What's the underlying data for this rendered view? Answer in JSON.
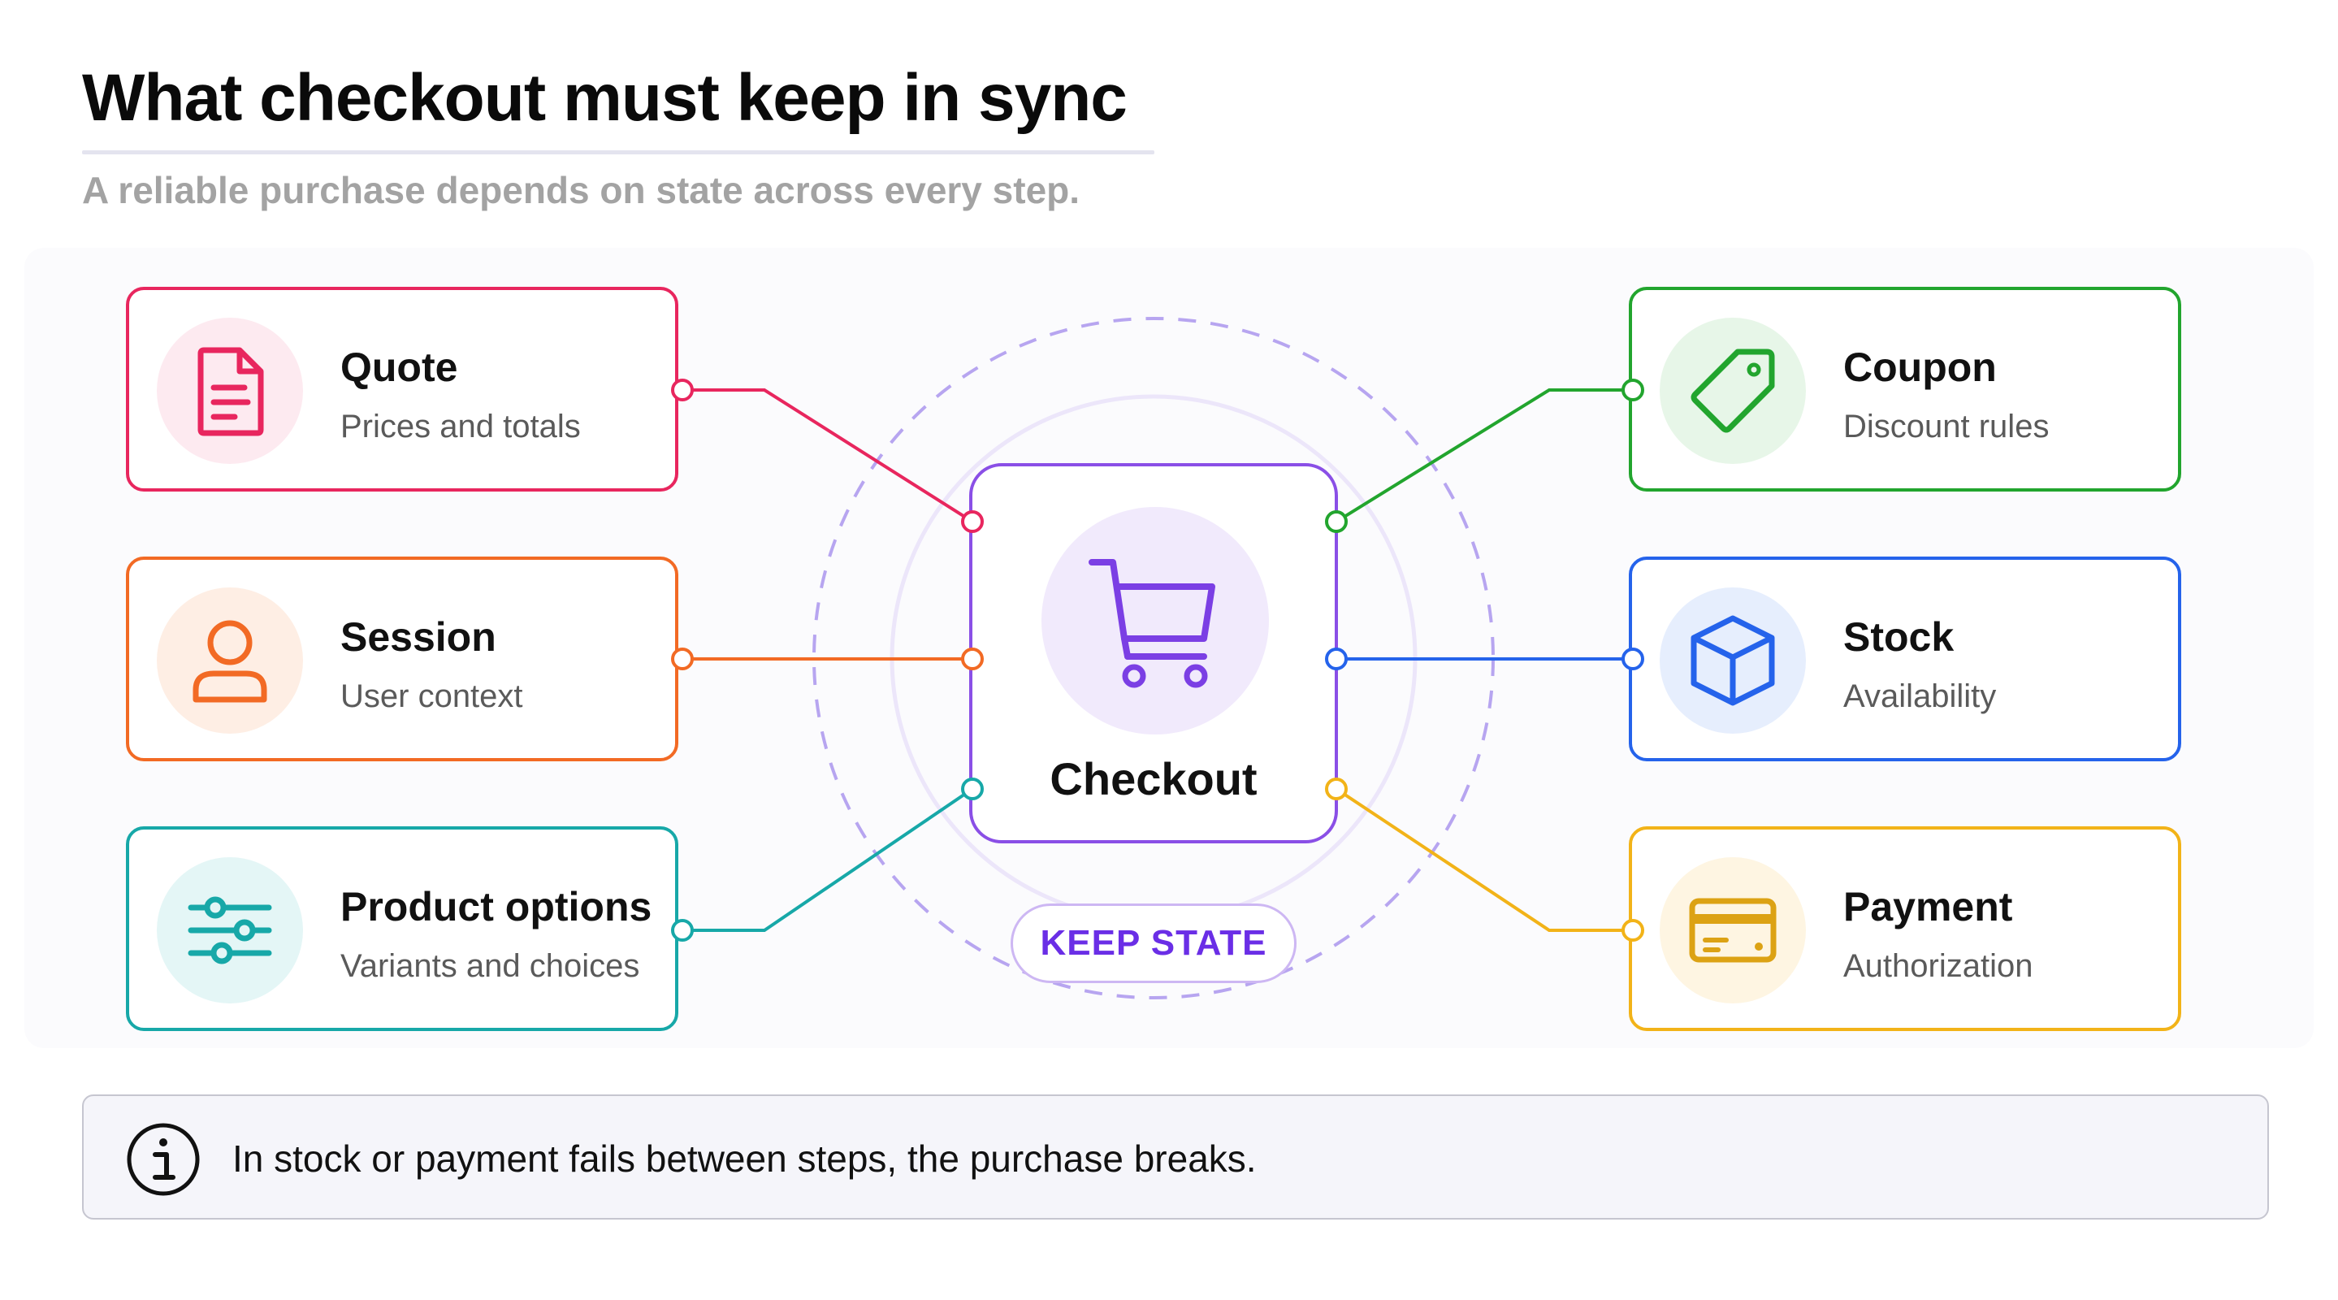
{
  "title": "What checkout must keep in sync",
  "subtitle": "A reliable purchase depends on state across every step.",
  "center": {
    "label": "Checkout",
    "tag": "KEEP STATE",
    "icon": "shopping-cart-icon",
    "color": "#8a4fe6"
  },
  "left_nodes": [
    {
      "title": "Quote",
      "subtitle": "Prices and totals",
      "icon": "document-icon",
      "color": "#e8265e"
    },
    {
      "title": "Session",
      "subtitle": "User context",
      "icon": "user-icon",
      "color": "#f26a24"
    },
    {
      "title": "Product options",
      "subtitle": "Variants and choices",
      "icon": "sliders-icon",
      "color": "#17a8a8"
    }
  ],
  "right_nodes": [
    {
      "title": "Coupon",
      "subtitle": "Discount rules",
      "icon": "tag-icon",
      "color": "#22a52e"
    },
    {
      "title": "Stock",
      "subtitle": "Availability",
      "icon": "cube-icon",
      "color": "#2563eb"
    },
    {
      "title": "Payment",
      "subtitle": "Authorization",
      "icon": "credit-card-icon",
      "color": "#f2b318"
    }
  ],
  "note": {
    "icon": "info-icon",
    "text": "In stock or payment fails between steps, the purchase breaks."
  }
}
